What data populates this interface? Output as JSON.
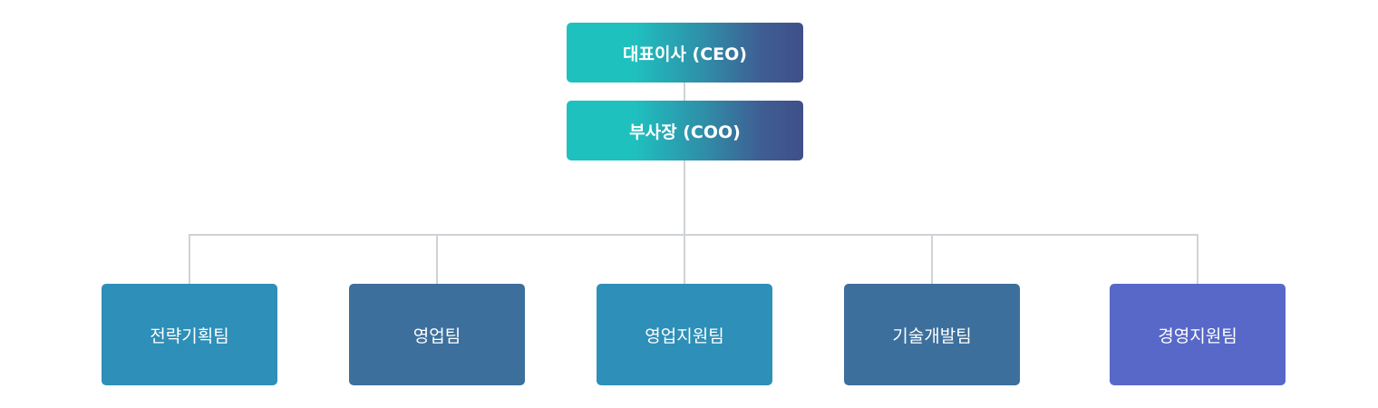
{
  "org_chart": {
    "ceo": {
      "label": "대표이사 (CEO)"
    },
    "coo": {
      "label": "부사장 (COO)"
    },
    "teams": [
      {
        "label": "전략기획팀",
        "color": "#2e8fb8"
      },
      {
        "label": "영업팀",
        "color": "#3c6f9c"
      },
      {
        "label": "영업지원팀",
        "color": "#2e8fb8"
      },
      {
        "label": "기술개발팀",
        "color": "#3c6f9c"
      },
      {
        "label": "경영지원팀",
        "color": "#5868c8"
      }
    ],
    "colors": {
      "connector": "#cfd2d6",
      "exec_gradient_start": "#1fc1bf",
      "exec_gradient_end": "#3f4f8a",
      "text": "#ffffff"
    }
  }
}
